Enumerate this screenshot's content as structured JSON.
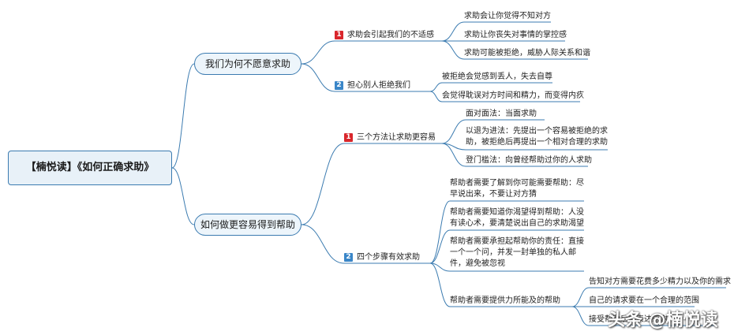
{
  "root": {
    "label": "【楠悦读】《如何正确求助》"
  },
  "branches": [
    {
      "label": "我们为何不愿意求助",
      "subs": [
        {
          "num": "1",
          "label": "求助会引起我们的不适感",
          "leaves": [
            "求助会让你觉得不知对方",
            "求助让你丧失对事情的掌控感",
            "求助可能被拒绝，威胁人际关系和谐"
          ]
        },
        {
          "num": "2",
          "label": "担心别人拒绝我们",
          "leaves": [
            "被拒绝会觉感到丢人，失去自尊",
            "会觉得耽误对方时间和精力，而变得内疚"
          ]
        }
      ]
    },
    {
      "label": "如何做更容易得到帮助",
      "subs": [
        {
          "num": "1",
          "label": "三个方法让求助更容易",
          "leaves": [
            "面对面法：当面求助",
            "以退为进法：先提出一个容易被拒绝的求助，被拒绝后再提出一个相对合理的求助",
            "登门槛法：向曾经帮助过你的人求助"
          ]
        },
        {
          "num": "2",
          "label": "四个步骤有效求助",
          "leaves": [
            "帮助者需要了解到你可能需要帮助：尽早说出来，不要让对方猜",
            "帮助者需要知道你渴望得到帮助：人没有读心术，要清楚说出自己的求助渴望",
            "帮助者需要承担起帮助你的责任：直接一个一个问，并发一封单独的私人邮件，避免被忽视",
            "帮助者需要提供力所能及的帮助"
          ],
          "last_children": [
            "告知对方需要花费多少精力以及你的需求",
            "自己的请求要在一个合理的范围",
            "接受帮助后要表达感谢"
          ]
        }
      ]
    }
  ],
  "watermark": "头条 @楠悦读",
  "colors": {
    "line": "#3b7bb0",
    "badge1": "#d9262b",
    "badge2": "#3a86c8"
  }
}
